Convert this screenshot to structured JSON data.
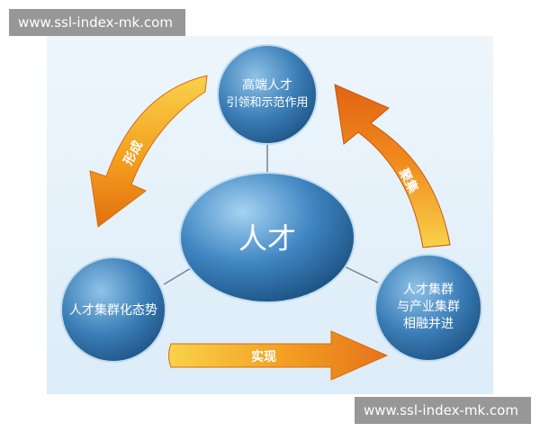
{
  "watermark": {
    "top": "www.ssl-index-mk.com",
    "bottom": "www.ssl-index-mk.com"
  },
  "nodes": {
    "center": {
      "label": "人才"
    },
    "top": {
      "line1": "高端人才",
      "line2": "引领和示范作用"
    },
    "left": {
      "label": "人才集群化态势"
    },
    "right": {
      "line1": "人才集群",
      "line2": "与产业集群",
      "line3": "相融并进"
    }
  },
  "arrows": {
    "left_top": {
      "label": "形成"
    },
    "bottom": {
      "label": "实现"
    },
    "right_top": {
      "label": "聚集"
    }
  },
  "colors": {
    "circle_light": "#5c9ccf",
    "circle_dark": "#1f5a8f",
    "arrow_orange": "#f39a1c",
    "arrow_yellow": "#f9d24a",
    "connector": "#6f8596"
  }
}
